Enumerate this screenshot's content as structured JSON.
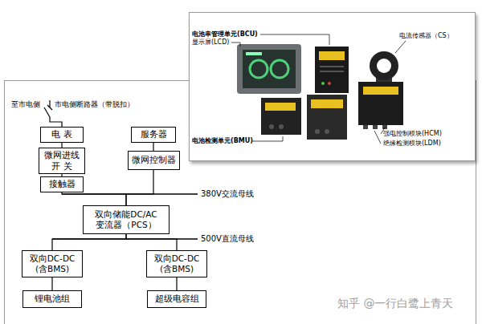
{
  "diagram": {
    "nodes": [
      {
        "text": [
          "电 表"
        ]
      },
      {
        "text": [
          "微网进线 开 关"
        ]
      },
      {
        "text": [
          "接触器"
        ]
      },
      {
        "text": [
          "服务器"
        ]
      },
      {
        "text": [
          "微网控制器"
        ]
      },
      {
        "text": [
          "双向储能DC/AC 变流器（PCS）"
        ]
      },
      {
        "text": [
          "双向DC-DC (含BMS)"
        ]
      },
      {
        "text": [
          "双向DC-DC (含BMS)"
        ]
      },
      {
        "text": [
          "锂电池组"
        ]
      },
      {
        "text": [
          "超级电容组"
        ]
      }
    ],
    "edges": [
      {
        "from": 0,
        "to": 1,
        "arrow": "none"
      },
      {
        "from": 1,
        "to": 2,
        "arrow": "none"
      },
      {
        "from": 3,
        "to": 4,
        "arrow": "none"
      },
      {
        "from": 2,
        "to": 5,
        "arrow": "none"
      },
      {
        "from": 4,
        "to": 5,
        "arrow": "none"
      },
      {
        "from": 5,
        "to": 6,
        "arrow": "none"
      },
      {
        "from": 5,
        "to": 7,
        "arrow": "none"
      },
      {
        "from": 6,
        "to": 8,
        "arrow": "none"
      },
      {
        "from": 7,
        "to": 9,
        "arrow": "none"
      }
    ],
    "labels": [
      "至市电侧",
      "市电侧断路器（带脱扣）",
      "380V交流母线",
      "500V直流母线",
      "电池串管理单元(BCU)",
      "显示屏(LCD)",
      "电流传感器（CS）",
      "电池检测单元(BMU)",
      "强电控制模块(HCM)",
      "绝缘检测模块(LDM)",
      "知乎 @一行白鹭上青天"
    ]
  }
}
